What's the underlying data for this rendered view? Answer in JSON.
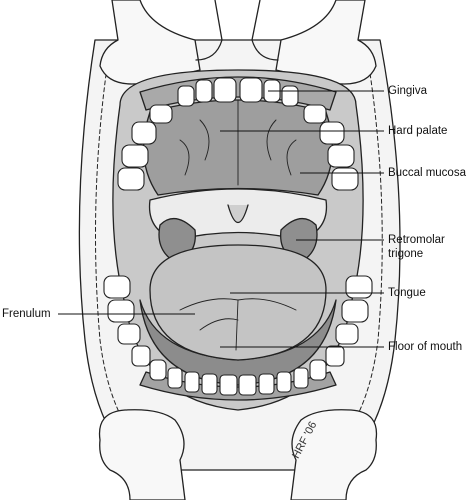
{
  "labels": {
    "gingiva": "Gingiva",
    "hard_palate": "Hard palate",
    "buccal_mucosa": "Buccal mucosa",
    "retromolar_line1": "Retromolar",
    "retromolar_line2": "trigone",
    "tongue": "Tongue",
    "frenulum": "Frenulum",
    "floor_of_mouth": "Floor of mouth"
  },
  "signature": "HRF '06",
  "colors": {
    "skin": "#f3f3f3",
    "mucosa": "#b8b8b8",
    "palate": "#9e9e9e",
    "tongue": "#c4c4c4",
    "floor": "#8c8c8c",
    "tooth": "#ffffff",
    "line": "#222222"
  }
}
